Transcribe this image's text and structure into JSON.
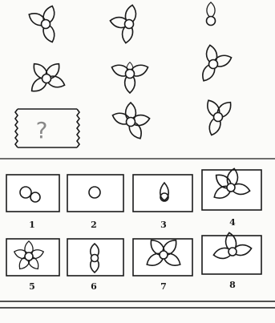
{
  "matrix": {
    "missing_mark": "?"
  },
  "options": [
    {
      "label": "1"
    },
    {
      "label": "2"
    },
    {
      "label": "3"
    },
    {
      "label": "4"
    },
    {
      "label": "5"
    },
    {
      "label": "6"
    },
    {
      "label": "7"
    },
    {
      "label": "8"
    }
  ],
  "ink_color": "#1a1a1a",
  "paper_color": "#fbfbf9"
}
